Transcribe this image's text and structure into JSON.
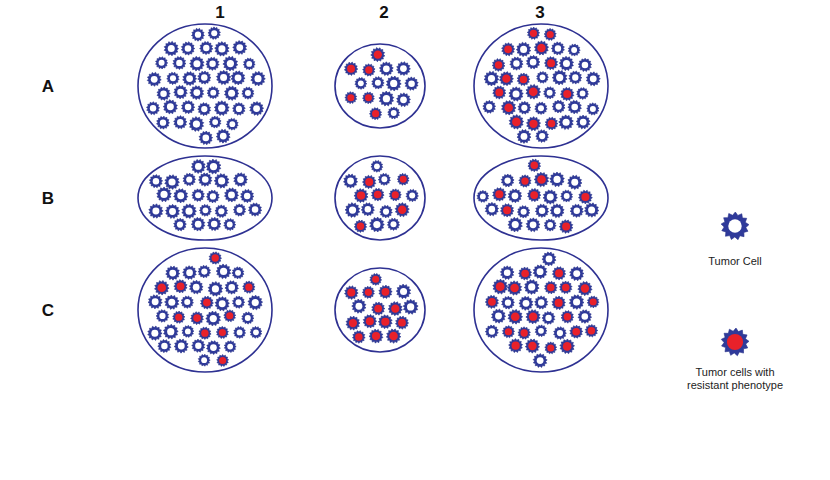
{
  "diagram": {
    "labels": [
      "1",
      "2",
      "3",
      "A",
      "B",
      "C"
    ],
    "legend": [
      {
        "text": "Tumor Cell"
      },
      {
        "text": "Tumor cells with resistant phenotype"
      }
    ]
  }
}
